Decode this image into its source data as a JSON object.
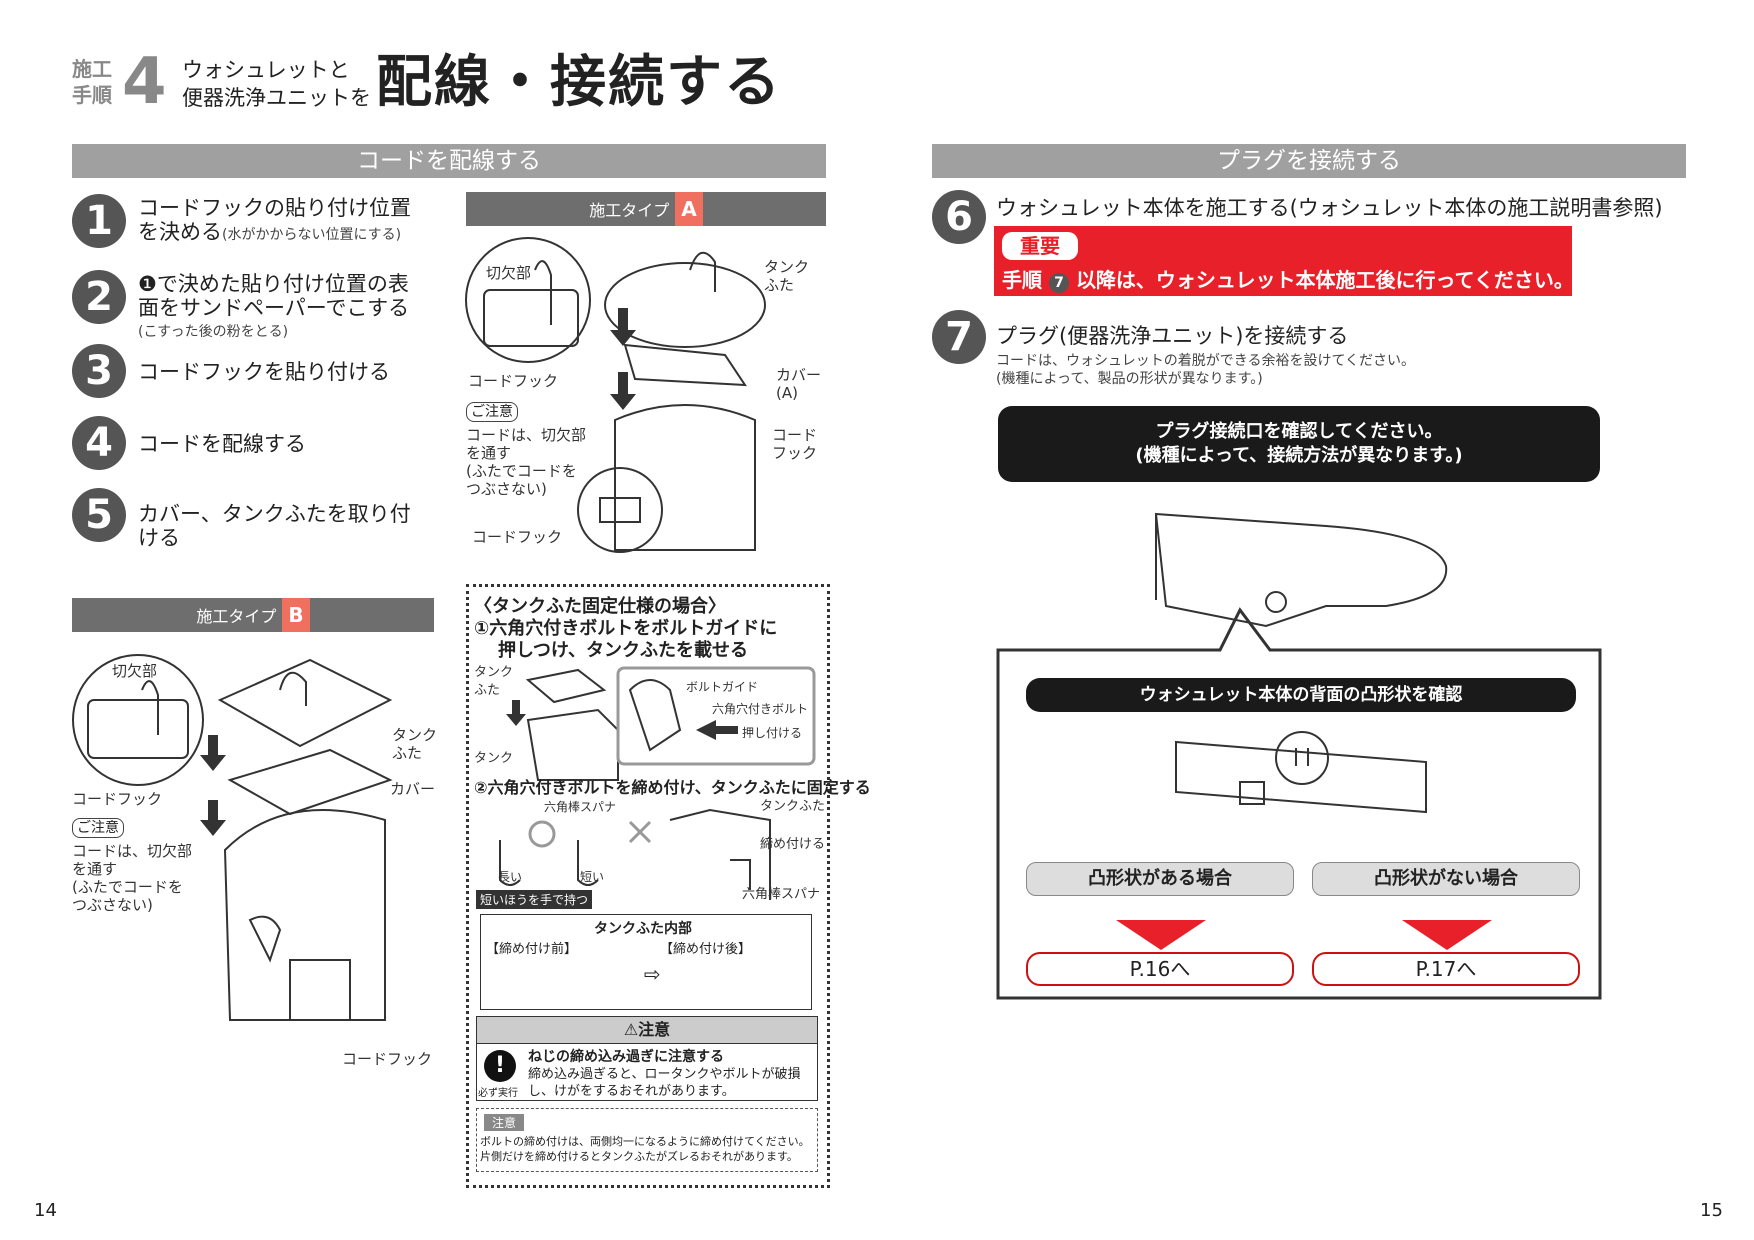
{
  "header": {
    "step_label_1": "施工",
    "step_label_2": "手順",
    "step_number": "4",
    "subtitle_1": "ウォシュレットと",
    "subtitle_2": "便器洗浄ユニットを",
    "title": "配線・接続する"
  },
  "left_section": {
    "bar_title": "コードを配線する",
    "steps": [
      {
        "num": "1",
        "text": "コードフックの貼り付け位置",
        "text2": "を決める",
        "note": "(水がかからない位置にする)"
      },
      {
        "num": "2",
        "text": "❶で決めた貼り付け位置の表",
        "text2": "面をサンドペーパーでこする",
        "note": "(こすった後の粉をとる)"
      },
      {
        "num": "3",
        "text": "コードフックを貼り付ける"
      },
      {
        "num": "4",
        "text": "コードを配線する"
      },
      {
        "num": "5",
        "text": "カバー、タンクふたを取り付",
        "text2": "ける"
      }
    ],
    "type_a": {
      "label": "施工タイプ",
      "tag": "A",
      "callouts": {
        "notch": "切欠部",
        "tank_lid_1": "タンク",
        "tank_lid_2": "ふた",
        "cord_hook": "コードフック",
        "cover_1": "カバー",
        "cover_2": "(A)",
        "cord_hook2_1": "コード",
        "cord_hook2_2": "フック",
        "cord_hook3": "コードフック",
        "caution_tag": "ご注意",
        "caution_1": "コードは、切欠部",
        "caution_2": "を通す",
        "caution_3": "(ふたでコードを",
        "caution_4": "つぶさない)"
      }
    },
    "type_b": {
      "label": "施工タイプ",
      "tag": "B",
      "callouts": {
        "notch": "切欠部",
        "tank_lid_1": "タンク",
        "tank_lid_2": "ふた",
        "cover": "カバー",
        "cord_hook": "コードフック",
        "caution_tag": "ご注意",
        "caution_1": "コードは、切欠部",
        "caution_2": "を通す",
        "caution_3": "(ふたでコードを",
        "caution_4": "つぶさない)",
        "cord_hook_bottom": "コードフック"
      }
    },
    "fixed_lid": {
      "heading": "〈タンクふた固定仕様の場合〉",
      "step1_1": "①六角穴付きボルトをボルトガイドに",
      "step1_2": "押しつけ、タンクふたを載せる",
      "tank_lid_1": "タンク",
      "tank_lid_2": "ふた",
      "tank": "タンク",
      "bolt_guide": "ボルトガイド",
      "hex_bolt": "六角穴付きボルト",
      "press": "押し付ける",
      "step2": "②六角穴付きボルトを締め付け、タンクふたに固定する",
      "hex_wrench": "六角棒スパナ",
      "long": "長い",
      "short": "短い",
      "hold_short": "短いほうを手で持つ",
      "tank_lid": "タンクふた",
      "tighten": "締め付ける",
      "hex_wrench2": "六角棒スパナ",
      "inside": "タンクふた内部",
      "before": "【締め付け前】",
      "after": "【締め付け後】",
      "warn_title": "⚠注意",
      "warn_head": "ねじの締め込み過ぎに注意する",
      "warn_body_1": "締め込み過ぎると、ロータンクやボルトが破損",
      "warn_body_2": "し、けがをするおそれがあります。",
      "must": "必ず実行",
      "note_tag": "注意",
      "note_1": "ボルトの締め付けは、両側均一になるように締め付けてください。",
      "note_2": "片側だけを締め付けるとタンクふたがズレるおそれがあります。"
    },
    "page_number": "14"
  },
  "right_section": {
    "bar_title": "プラグを接続する",
    "step6": {
      "num": "6",
      "text": "ウォシュレット本体を施工する(ウォシュレット本体の施工説明書参照)"
    },
    "important": {
      "tag": "重要",
      "text_pre": "手順",
      "num": "7",
      "text_post": "以降は、ウォシュレット本体施工後に行ってください。"
    },
    "step7": {
      "num": "7",
      "text": "プラグ(便器洗浄ユニット)を接続する",
      "note_1": "コードは、ウォシュレットの着脱ができる余裕を設けてください。",
      "note_2": "(機種によって、製品の形状が異なります。)"
    },
    "check_box": {
      "line1": "プラグ接続口を確認してください。",
      "line2": "(機種によって、接続方法が異なります。)"
    },
    "back_check": "ウォシュレット本体の背面の凸形状を確認",
    "case_yes": "凸形状がある場合",
    "case_no": "凸形状がない場合",
    "ref_yes": "P.16へ",
    "ref_no": "P.17へ",
    "page_number": "15"
  },
  "colors": {
    "accent_red": "#e8202a",
    "bar_gray": "#a0a0a0",
    "dark": "#1a1a1a",
    "type_tag": "#f07060"
  }
}
